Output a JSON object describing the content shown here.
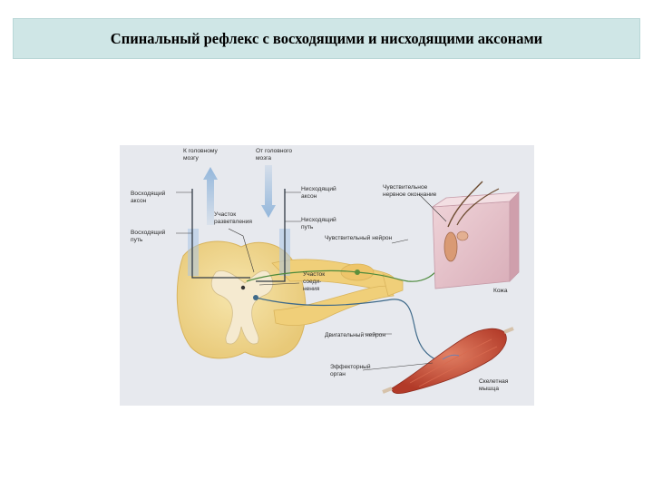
{
  "slide": {
    "title": "Спинальный рефлекс с восходящими и нисходящими аксонами"
  },
  "colors": {
    "title_bar": "#cfe6e6",
    "figure_bg": "#e7e9ee",
    "spinal_cord": "#f1d98f",
    "skin": "#e6c7cf",
    "muscle": "#c34a35",
    "ascending_arrow": "#8fb4da",
    "nerve": "#456d86"
  },
  "figure": {
    "labels": {
      "to_brain_1": "К головному",
      "to_brain_2": "мозгу",
      "from_brain_1": "От головного",
      "from_brain_2": "мозга",
      "ascending_axon_1": "Восходящий",
      "ascending_axon_2": "аксон",
      "ascending_path_1": "Восходящий",
      "ascending_path_2": "путь",
      "branch_site_1": "Участок",
      "branch_site_2": "разветвления",
      "descending_axon_1": "Нисходящий",
      "descending_axon_2": "аксон",
      "descending_path_1": "Нисходящий",
      "descending_path_2": "путь",
      "sensory_ending_1": "Чувствительное",
      "sensory_ending_2": "нервное окончание",
      "sensory_neuron": "Чувствительный нейрон",
      "synapse_site_1": "Участок",
      "synapse_site_2": "соеди-",
      "synapse_site_3": "нения",
      "skin": "Кожа",
      "motor_neuron": "Двигательный нейрон",
      "effector_1": "Эффекторный",
      "effector_2": "орган",
      "skeletal_muscle_1": "Скелетная",
      "skeletal_muscle_2": "мышца"
    }
  }
}
